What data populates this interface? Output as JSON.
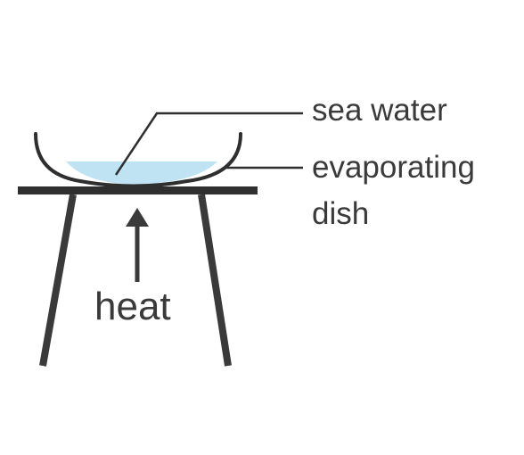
{
  "labels": {
    "sea_water": "sea water",
    "evaporating_dish_line1": "evaporating",
    "evaporating_dish_line2": "dish",
    "heat": "heat"
  },
  "colors": {
    "stroke": "#2f2f2f",
    "water": "#bfe3f3",
    "text": "#3a3a3a"
  }
}
